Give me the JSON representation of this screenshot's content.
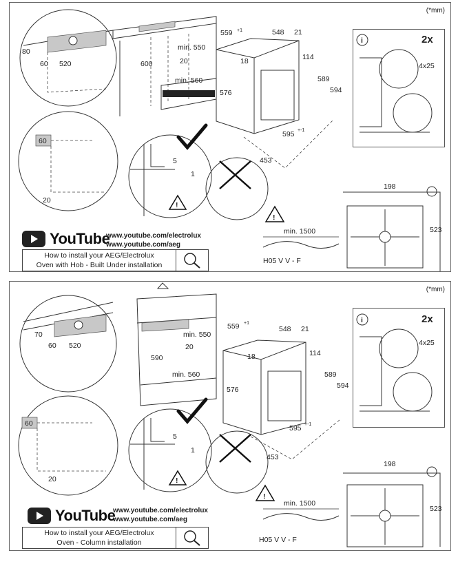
{
  "panels": [
    {
      "id": "built-under",
      "unit_note": "(*mm)",
      "multiplier": "2x",
      "screw": "4x25",
      "youtube": {
        "word": "YouTube",
        "url1": "www.youtube.com/electrolux",
        "url2": "www.youtube.com/aeg",
        "howto_line1": "How to install your AEG/Electrolux",
        "howto_line2": "Oven with Hob - Built Under installation"
      },
      "dims": {
        "d80": "80",
        "d60a": "60",
        "d520": "520",
        "d600": "600",
        "min550": "min. 550",
        "d20a": "20",
        "min560": "min. 560",
        "d559": "559",
        "d559sup": "+1",
        "d548": "548",
        "d21": "21",
        "d18": "18",
        "d114": "114",
        "d576": "576",
        "d589": "589",
        "d594": "594",
        "d595": "595",
        "d595sup": "+-1",
        "d453": "453",
        "d60b": "60",
        "d20b": "20",
        "d5": "5",
        "d1": "1",
        "d198": "198",
        "d523": "523",
        "cable_min": "min. 1500",
        "cable_type": "H05 V V - F"
      }
    },
    {
      "id": "column",
      "unit_note": "(*mm)",
      "multiplier": "2x",
      "screw": "4x25",
      "youtube": {
        "word": "YouTube",
        "url1": "www.youtube.com/electrolux",
        "url2": "www.youtube.com/aeg",
        "howto_line1": "How to install your AEG/Electrolux",
        "howto_line2": "Oven - Column installation"
      },
      "dims": {
        "d70": "70",
        "d60a": "60",
        "d520": "520",
        "d590": "590",
        "min550": "min. 550",
        "d20a": "20",
        "min560": "min. 560",
        "d559": "559",
        "d559sup": "+1",
        "d548": "548",
        "d21": "21",
        "d18": "18",
        "d114": "114",
        "d576": "576",
        "d589": "589",
        "d594": "594",
        "d595": "595",
        "d595sup": "+-1",
        "d453": "453",
        "d60b": "60",
        "d20b": "20",
        "d5": "5",
        "d1": "1",
        "d198": "198",
        "d523": "523",
        "cable_min": "min. 1500",
        "cable_type": "H05 V V - F"
      }
    }
  ]
}
